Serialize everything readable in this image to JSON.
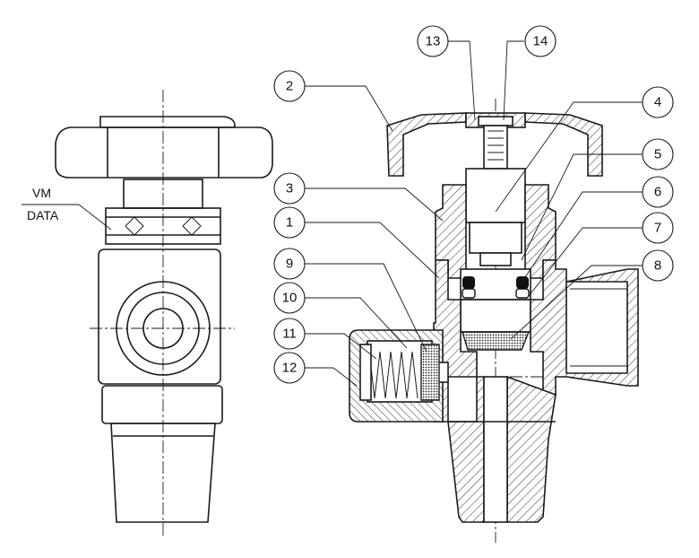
{
  "side_view": {
    "marking_top": "VM",
    "marking_bottom": "DATA"
  },
  "callouts": [
    "1",
    "2",
    "3",
    "4",
    "5",
    "6",
    "7",
    "8",
    "9",
    "10",
    "11",
    "12",
    "13",
    "14"
  ],
  "colors": {
    "line": "#1a1a1a",
    "background": "#ffffff"
  }
}
